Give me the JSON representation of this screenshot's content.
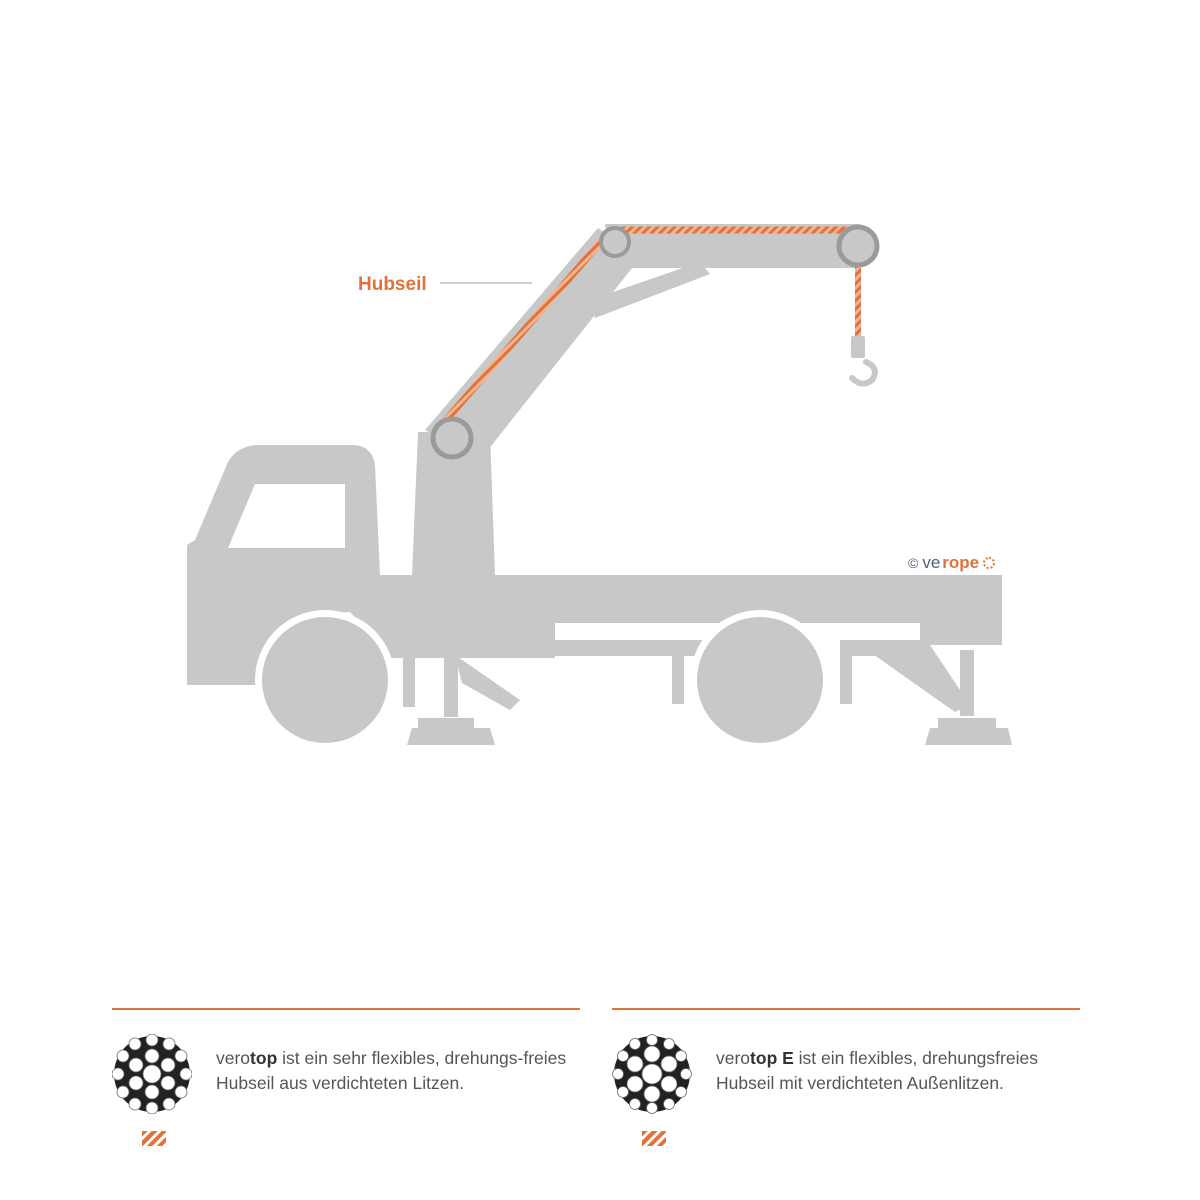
{
  "diagram": {
    "callout": "Hubseil"
  },
  "watermark": {
    "copyright": "©",
    "brand_part1": "ve",
    "brand_part2": "rope"
  },
  "colors": {
    "accent": "#e2713a",
    "truck": "#c8c8c8",
    "truck_dark": "#9a9a9a",
    "text": "#555555",
    "brand_blue": "#4f5f76"
  },
  "products": [
    {
      "name_prefix": "vero",
      "name_bold": "top",
      "text": " ist ein sehr flexibles, drehungs-freies Hubseil aus verdichteten Litzen."
    },
    {
      "name_prefix": "vero",
      "name_bold": "top E",
      "text": " ist ein flexibles, drehungsfreies Hubseil mit verdichteten Außenlitzen."
    }
  ]
}
